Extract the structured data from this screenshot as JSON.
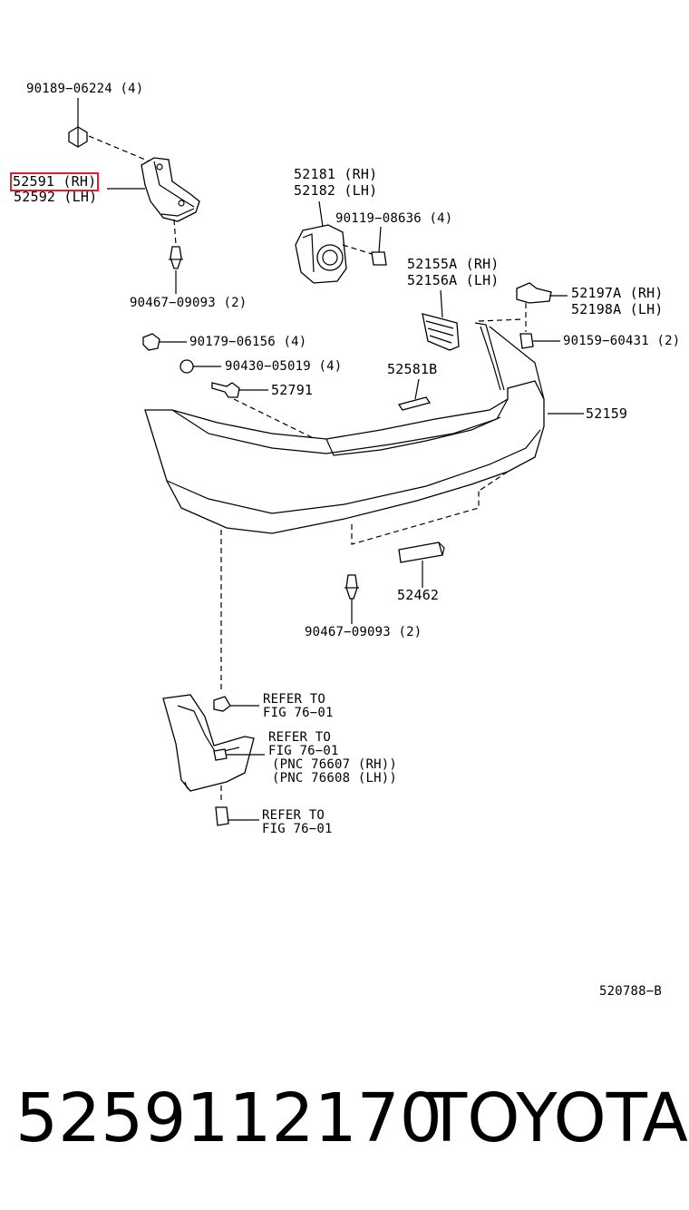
{
  "parts": {
    "bolt_top": "90189−06224 (4)",
    "bracket_rh": "52591 (RH)",
    "bracket_lh": "52592 (LH)",
    "clip_bracket": "90467−09093 (2)",
    "lamp_rh": "52181 (RH)",
    "lamp_lh": "52182 (LH)",
    "lamp_screw": "90119−08636 (4)",
    "retainer_rh": "52155A (RH)",
    "retainer_lh": "52156A (LH)",
    "support_rh": "52197A (RH)",
    "support_lh": "52198A (LH)",
    "support_screw": "90159−60431 (2)",
    "nut": "90179−06156 (4)",
    "washer": "90430−05019 (4)",
    "bumper_clip": "52791",
    "reflector": "52581B",
    "bumper_cover": "52159",
    "pad": "52462",
    "clip_lower": "90467−09093 (2)",
    "refer_1_a": "REFER TO",
    "refer_1_b": "FIG 76−01",
    "refer_2_a": "REFER TO",
    "refer_2_b": "FIG 76−01",
    "refer_2_c": "(PNC 76607 (RH))",
    "refer_2_d": "(PNC 76608 (LH))",
    "refer_3_a": "REFER TO",
    "refer_3_b": "FIG 76−01"
  },
  "diagram_code": "520788−B",
  "footer": {
    "part_number": "5259112170",
    "brand": "TOYOTA"
  },
  "highlight_color": "#e0202a"
}
